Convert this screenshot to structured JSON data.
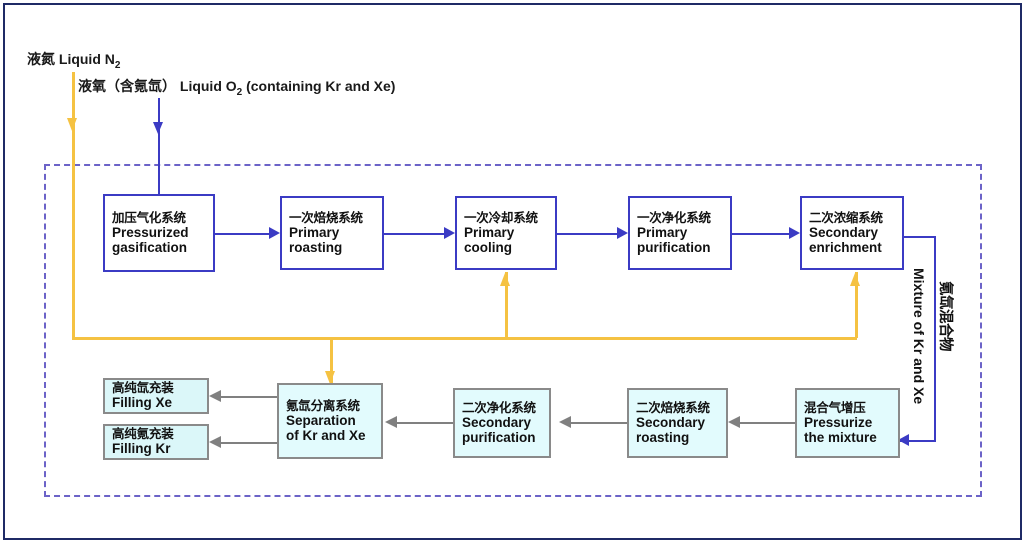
{
  "diagram": {
    "title": "Kr and Xe extraction process flow",
    "colors": {
      "frame": "#1f2a66",
      "enclosure_dashed": "#6c63c8",
      "primary_box_border": "#3b3bc4",
      "secondary_box_fill": "#dbf7f9",
      "secondary_box_border": "#8a8a8a",
      "liquid_n2_line": "#f5c242",
      "liquid_o2_line": "#3b3bc4",
      "product_line": "#808080"
    },
    "inputs": [
      {
        "id": "liquid-n2",
        "cn": "液氮",
        "en": "Liquid N",
        "sub": "2",
        "line_color": "#f5c242"
      },
      {
        "id": "liquid-o2",
        "cn": "液氧（含氪氙）",
        "en_before": "Liquid O",
        "sub": "2",
        "en_after": " (containing Kr and Xe)",
        "line_color": "#3b3bc4"
      }
    ],
    "top_row": [
      {
        "cn": "加压气化系统",
        "en1": "Pressurized",
        "en2": "gasification"
      },
      {
        "cn": "一次焙烧系统",
        "en1": "Primary",
        "en2": "roasting"
      },
      {
        "cn": "一次冷却系统",
        "en1": "Primary",
        "en2": "cooling"
      },
      {
        "cn": "一次净化系统",
        "en1": "Primary",
        "en2": "purification"
      },
      {
        "cn": "二次浓缩系统",
        "en1": "Secondary",
        "en2": "enrichment"
      }
    ],
    "bottom_row": [
      {
        "cn": "氪氙分离系统",
        "en1": "Separation",
        "en2": "of Kr and Xe"
      },
      {
        "cn": "二次净化系统",
        "en1": "Secondary",
        "en2": "purification"
      },
      {
        "cn": "二次焙烧系统",
        "en1": "Secondary",
        "en2": "roasting"
      },
      {
        "cn": "混合气增压",
        "en1": "Pressurize",
        "en2": "the mixture"
      }
    ],
    "products": [
      {
        "cn": "高纯氙充装",
        "en": "Filling Xe"
      },
      {
        "cn": "高纯氪充装",
        "en": "Filling Kr"
      }
    ],
    "connector_labels": {
      "mixture_en": "Mixture of Kr and Xe",
      "mixture_cn": "氪氙混合物"
    }
  }
}
